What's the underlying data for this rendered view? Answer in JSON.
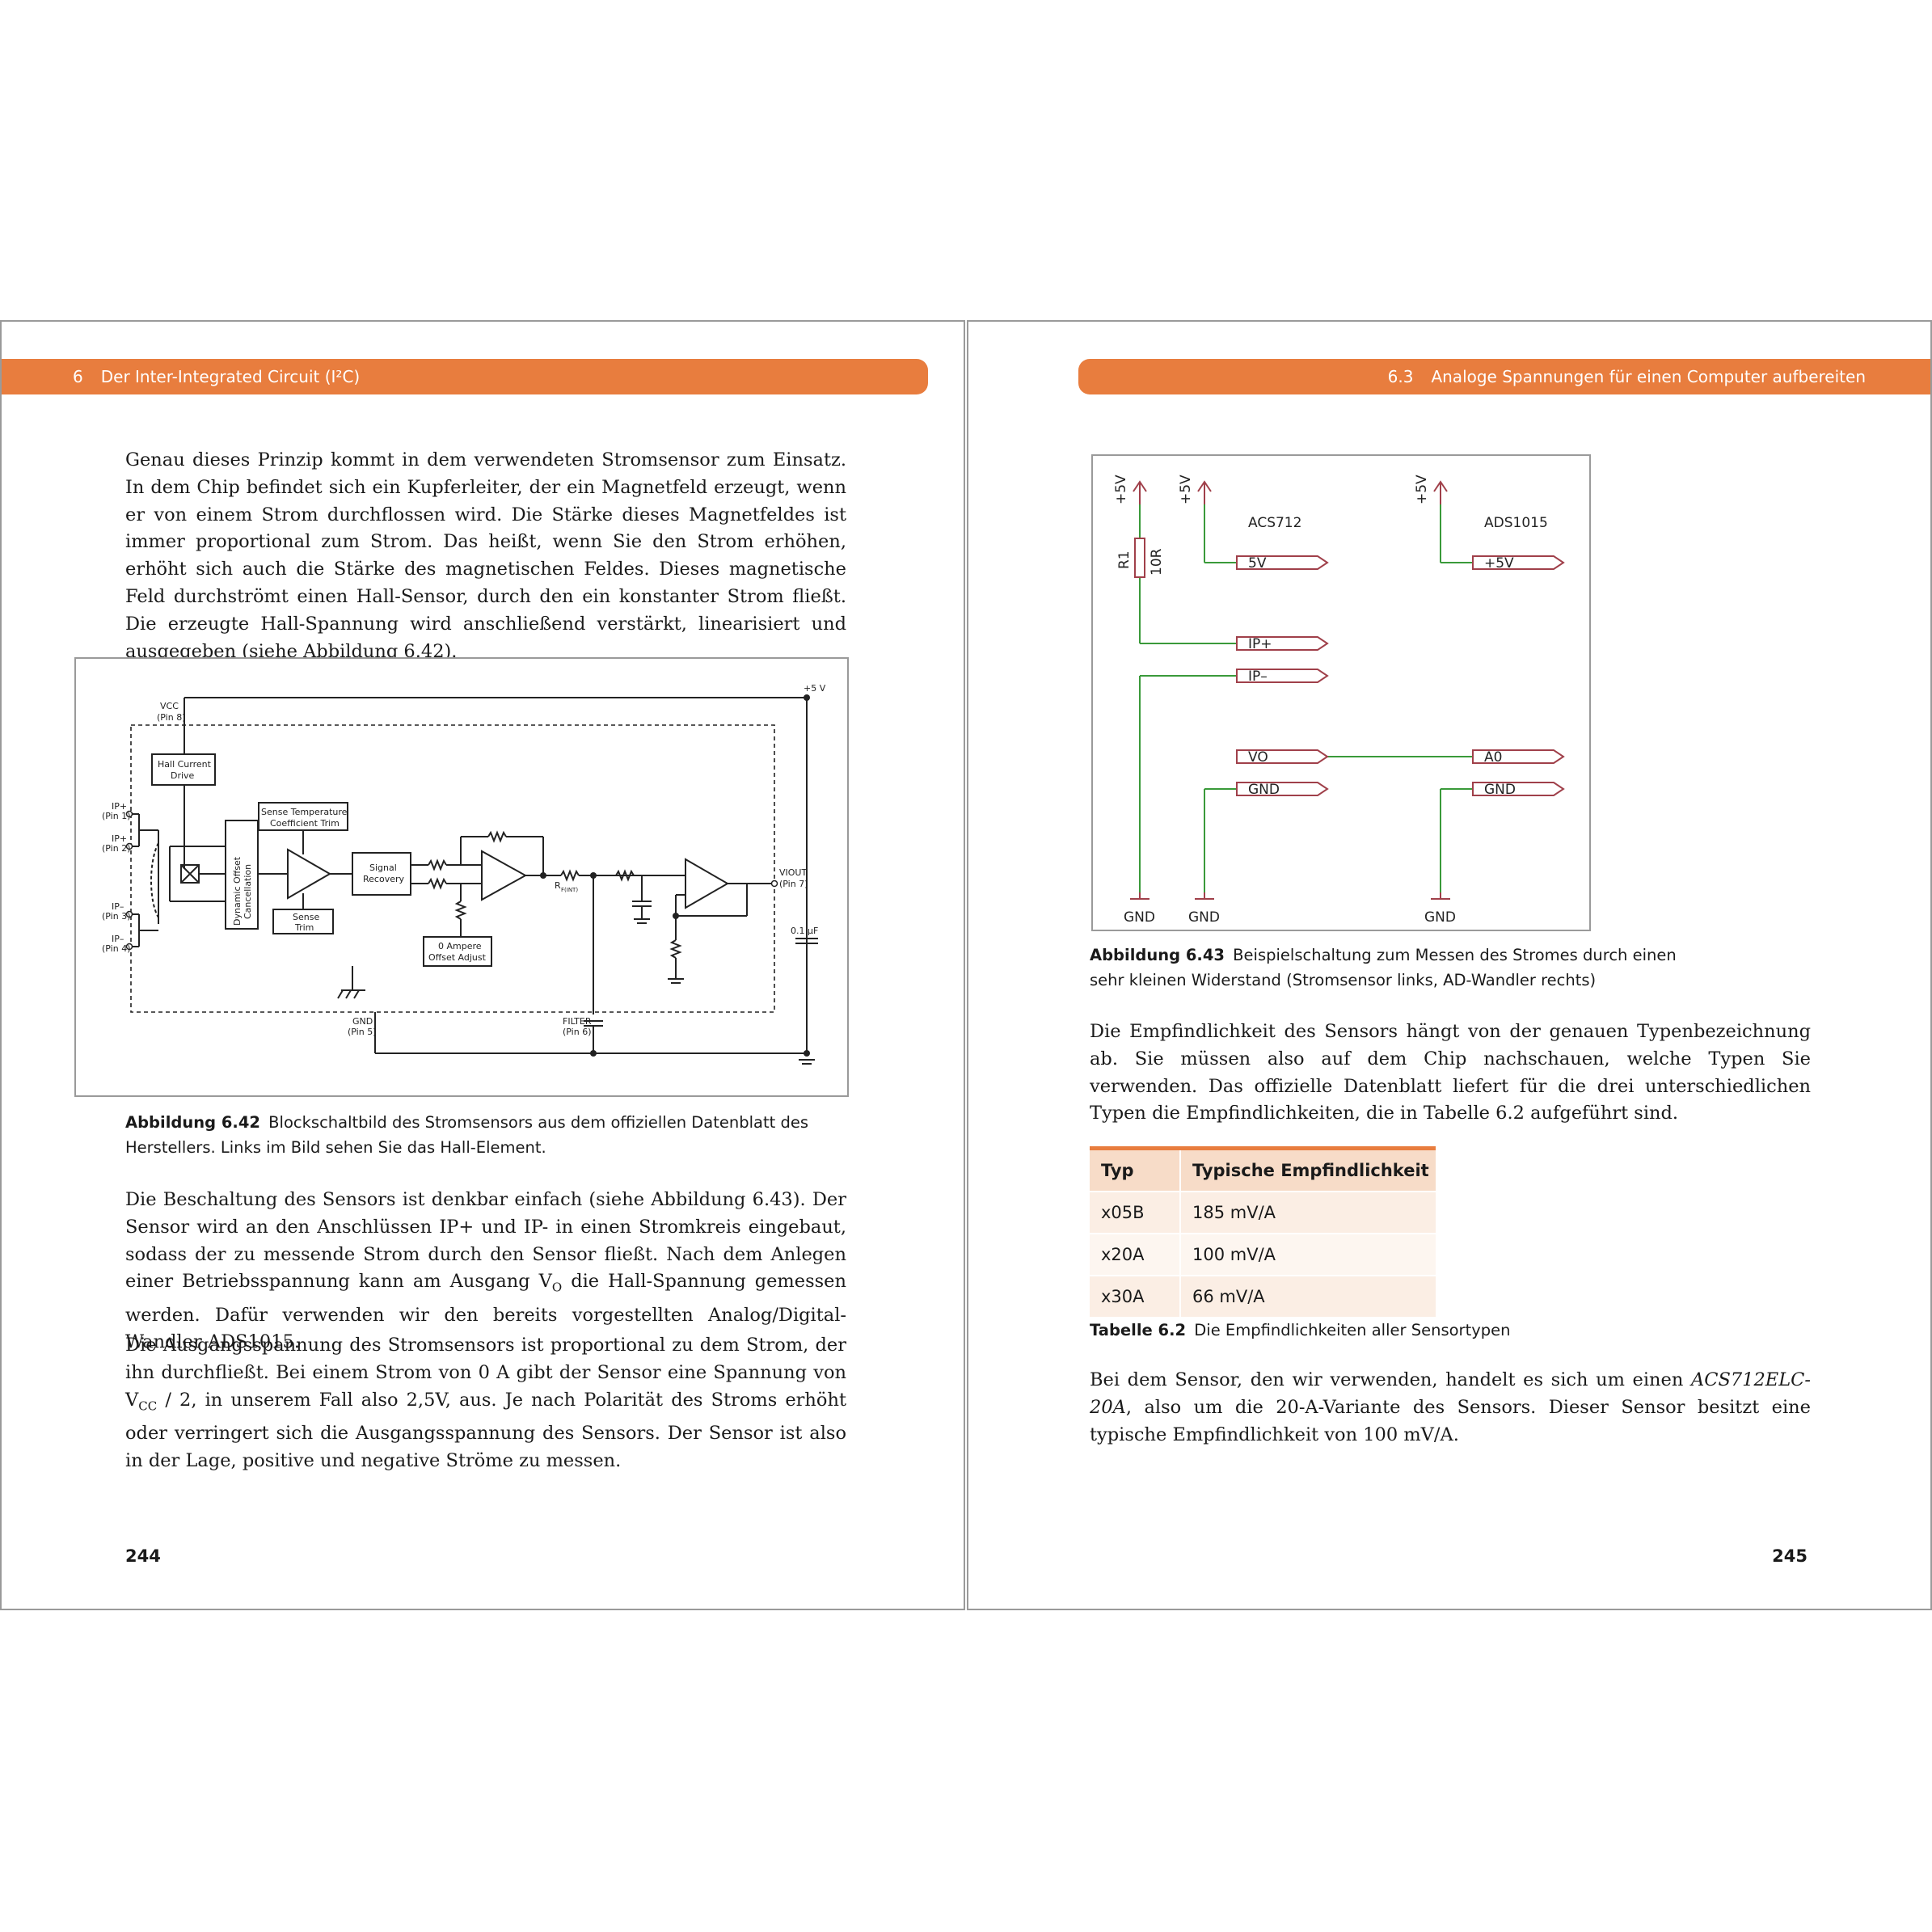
{
  "left_page": {
    "header": {
      "number": "6",
      "title": "Der Inter-Integrated Circuit (I²C)"
    },
    "para1": "Genau dieses Prinzip kommt in dem verwendeten Stromsensor zum Einsatz. In dem Chip befindet sich ein Kupferleiter, der ein Magnetfeld erzeugt, wenn er von einem Strom durchflossen wird. Die Stärke dieses Magnetfeldes ist immer proportional zum Strom. Das heißt, wenn Sie den Strom erhöhen, erhöht sich auch die Stärke des magnetischen Feldes. Dieses magnetische Feld durchströmt einen Hall-Sensor, durch den ein konstanter Strom fließt. Die erzeugte Hall-Spannung wird anschließend verstärkt, linearisiert und ausgegeben (siehe Abbildung 6.42).",
    "figure": {
      "labels": {
        "vcc": "VCC",
        "vcc_pin": "(Pin 8)",
        "plus5v": "+5 V",
        "hall_drive_1": "Hall Current",
        "hall_drive_2": "Drive",
        "ip1": "IP+",
        "ip1_pin": "(Pin 1)",
        "ip2": "IP+",
        "ip2_pin": "(Pin 2)",
        "ip3": "IP–",
        "ip3_pin": "(Pin 3)",
        "ip4": "IP–",
        "ip4_pin": "(Pin 4)",
        "dyn_1": "Dynamic Offset",
        "dyn_2": "Cancellation",
        "stc_1": "Sense Temperature",
        "stc_2": "Coefficient Trim",
        "sr_1": "Signal",
        "sr_2": "Recovery",
        "st_1": "Sense",
        "st_2": "Trim",
        "oa_1": "0 Ampere",
        "oa_2": "Offset Adjust",
        "rfint": "R",
        "rfint_sub": "F(INT)",
        "viout": "VIOUT",
        "viout_pin": "(Pin 7)",
        "cap": "0.1 µF",
        "gnd": "GND",
        "gnd_pin": "(Pin 5)",
        "filter": "FILTER",
        "filter_pin": "(Pin 6)"
      }
    },
    "caption": {
      "label": "Abbildung 6.42",
      "text": "Blockschaltbild des Stromsensors aus dem offiziellen Datenblatt des Herstellers. Links im Bild sehen Sie das Hall-Element."
    },
    "para2": {
      "a": "Die Beschaltung des Sensors ist denkbar einfach (siehe Abbildung 6.43). Der Sensor wird an den Anschlüssen IP+ und IP- in einen Stromkreis eingebaut, sodass der zu messende Strom durch den Sensor fließt. Nach dem Anlegen einer Betriebsspannung kann am Ausgang V",
      "sub": "O",
      "b": " die Hall-Spannung gemessen werden. Dafür verwenden wir den bereits vorgestellten Analog/Digital-Wandler ADS1015."
    },
    "para3": {
      "a": "Die Ausgangsspannung des Stromsensors ist proportional zu dem Strom, der ihn durchfließt. Bei einem Strom von 0 A gibt der Sensor eine Spannung von V",
      "sub": "CC",
      "b": " / 2, in unserem Fall also 2,5V, aus. Je nach Polarität des Stroms erhöht oder verringert sich die Ausgangsspannung des Sensors. Der Sensor ist also in der Lage, positive und negative Ströme zu messen."
    },
    "page_number": "244"
  },
  "right_page": {
    "header": {
      "number": "6.3",
      "title": "Analoge Spannungen für einen Computer aufbereiten"
    },
    "figure": {
      "labels": {
        "v1": "+5V",
        "v2": "+5V",
        "v3": "+5V",
        "r1": "R1",
        "r1_val": "10R",
        "acs": "ACS712",
        "ads": "ADS1015",
        "p_5v": "5V",
        "p_plus5v": "+5V",
        "p_ipp": "IP+",
        "p_ipm": "IP–",
        "p_vo": "VO",
        "p_a0": "A0",
        "p_gnd1": "GND",
        "p_gnd2": "GND",
        "g1": "GND",
        "g2": "GND",
        "g3": "GND"
      },
      "colors": {
        "wire": "#3a9a3a",
        "component": "#a0404a"
      }
    },
    "caption": {
      "label": "Abbildung 6.43",
      "line1": "Beispielschaltung zum Messen des Stromes durch einen",
      "line2": "sehr kleinen Widerstand (Stromsensor links, AD-Wandler rechts)"
    },
    "para1": "Die Empfindlichkeit des Sensors hängt von der genauen Typenbezeichnung ab. Sie müssen also auf dem Chip nachschauen, welche Typen Sie verwenden. Das offizielle Datenblatt liefert für die drei unterschiedlichen Typen die Empfindlichkeiten, die in Tabelle 6.2 aufgeführt sind.",
    "table": {
      "headers": [
        "Typ",
        "Typische Empfindlichkeit"
      ],
      "rows": [
        [
          "x05B",
          "185 mV/A"
        ],
        [
          "x20A",
          "100 mV/A"
        ],
        [
          "x30A",
          "66 mV/A"
        ]
      ],
      "caption_label": "Tabelle 6.2",
      "caption_text": "Die Empfindlichkeiten aller Sensortypen"
    },
    "para2": {
      "a": "Bei dem Sensor, den wir verwenden, handelt es sich um einen ",
      "italic": "ACS712ELC-20A",
      "b": ", also um die 20-A-Variante des Sensors. Dieser Sensor besitzt eine typische Empfindlichkeit von 100 mV/A."
    },
    "page_number": "245"
  },
  "colors": {
    "accent": "#e87d3e",
    "table_head": "#f7dcc8"
  }
}
